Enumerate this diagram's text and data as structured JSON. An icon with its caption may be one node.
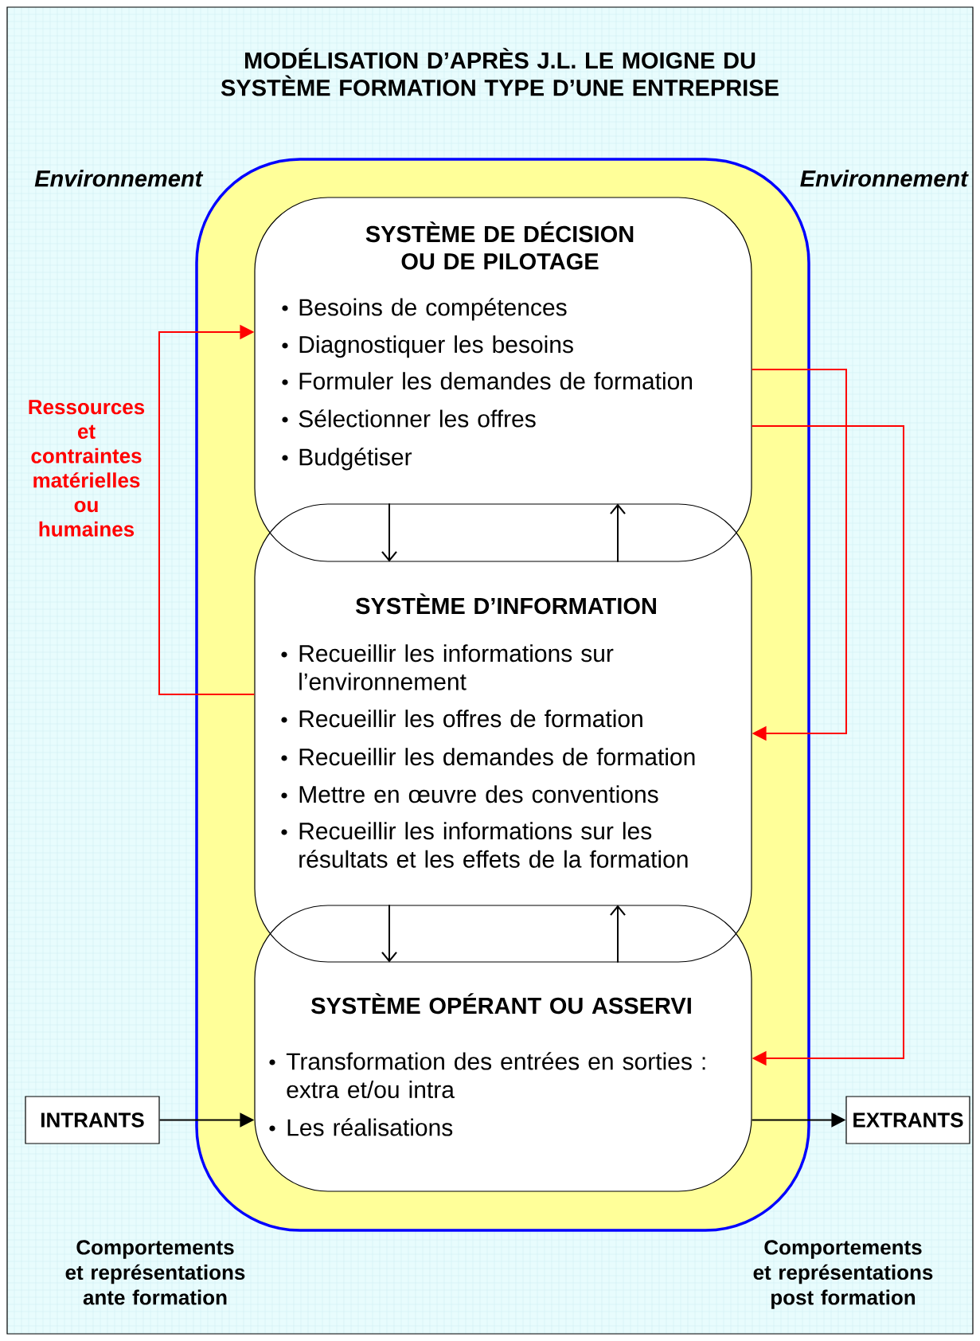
{
  "diagram": {
    "title": "MODÉLISATION D’APRÈS J.L. LE MOIGNE DU SYSTÈME FORMATION TYPE D’UNE ENTREPRISE",
    "nodes": [
      {
        "text": [],
        "shape": "box"
      },
      {
        "text": [
          "SYSTÈME DE DÉCISION OU DE PILOTAGE",
          "Besoins de compétences",
          "Diagnostiquer les besoins",
          "Formuler les demandes de formation",
          "Sélectionner les offres",
          "Budgétiser"
        ],
        "in": 0
      },
      {
        "text": [
          "SYSTÈME D’INFORMATION",
          "Recueillir les informations sur l’environnement",
          "Recueillir les offres de formation",
          "Recueillir les demandes de formation",
          "Mettre en œuvre des conventions",
          "Recueillir les informations sur les résultats et les effets de la formation"
        ],
        "in": 0
      },
      {
        "text": [
          "SYSTÈME OPÉRANT OU ASSERVI",
          "Transformation des entrées en sorties : extra et/ou intra",
          "Les réalisations"
        ],
        "in": 0
      },
      {
        "text": [
          "INTRANTS"
        ]
      },
      {
        "text": [
          "EXTRANTS"
        ]
      }
    ],
    "edges": [
      {
        "from": 1,
        "to": 2,
        "arrow": "to"
      },
      {
        "from": 2,
        "to": 1,
        "arrow": "to"
      },
      {
        "from": 2,
        "to": 3,
        "arrow": "to"
      },
      {
        "from": 3,
        "to": 2,
        "arrow": "to"
      },
      {
        "from": 2,
        "to": 1,
        "arrow": "to",
        "color": "#ff0000",
        "label": "Ressources et contraintes matérielles ou humaines"
      },
      {
        "from": 1,
        "to": 2,
        "arrow": "to",
        "color": "#ff0000"
      },
      {
        "from": 1,
        "to": 3,
        "arrow": "to",
        "color": "#ff0000"
      },
      {
        "from": 4,
        "to": 3,
        "arrow": "to"
      },
      {
        "from": 3,
        "to": 5,
        "arrow": "to"
      }
    ],
    "labels": [
      "Environnement",
      "Environnement",
      "Comportements et représentations ante formation",
      "Comportements et représentations post formation"
    ]
  }
}
